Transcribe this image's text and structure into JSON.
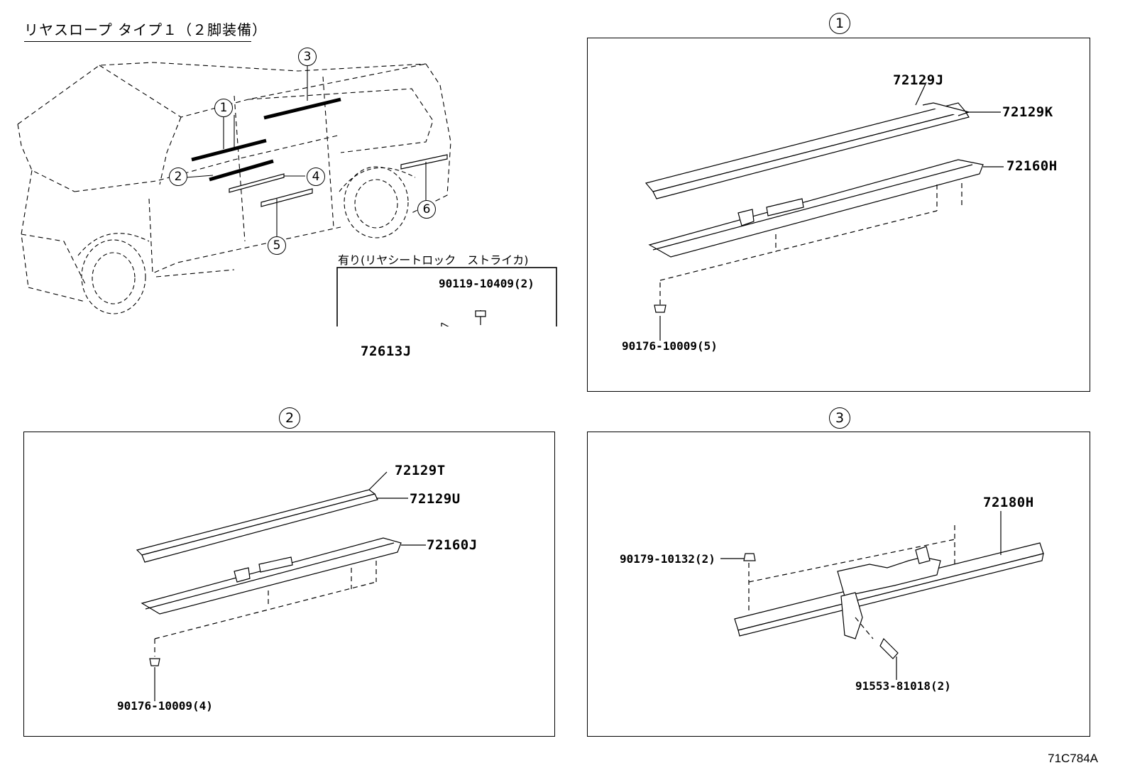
{
  "title": "リヤスロープ タイプ１（２脚装備）",
  "diagram_code": "71C784A",
  "car_callouts": [
    "1",
    "2",
    "3",
    "4",
    "5",
    "6"
  ],
  "sub_panel": {
    "caption": "有り(リヤシートロック　ストライカ)",
    "parts": [
      "90119-10409(2)",
      "72613J"
    ]
  },
  "panel_1": {
    "label": "1",
    "parts": [
      "72129J",
      "72129K",
      "72160H",
      "90176-10009(5)"
    ]
  },
  "panel_2": {
    "label": "2",
    "parts": [
      "72129T",
      "72129U",
      "72160J",
      "90176-10009(4)"
    ]
  },
  "panel_3": {
    "label": "3",
    "parts": [
      "72180H",
      "90179-10132(2)",
      "91553-81018(2)"
    ]
  },
  "colors": {
    "line": "#000000",
    "background": "#ffffff"
  }
}
